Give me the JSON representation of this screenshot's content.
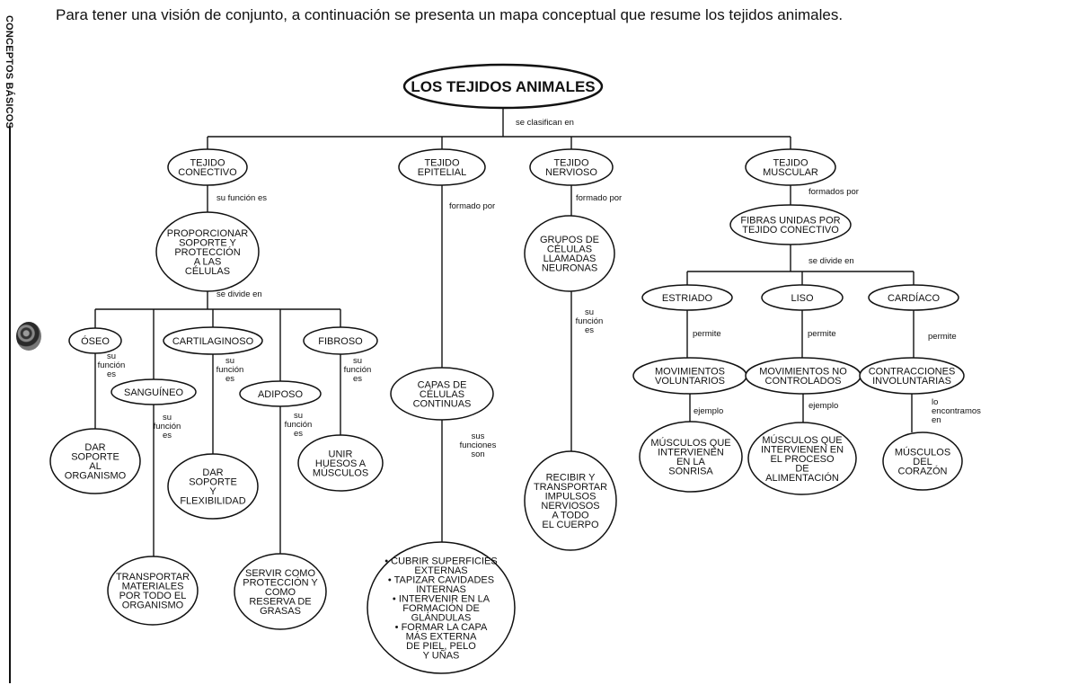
{
  "intro": "Para tener una visión de conjunto, a continuación se presenta un mapa conceptual que resume los tejidos animales.",
  "side_label": "CONCEPTOS BÁSICOS",
  "nodes": {
    "root": [
      "LOS TEJIDOS ANIMALES"
    ],
    "conectivo": [
      "TEJIDO",
      "CONECTIVO"
    ],
    "epitelial": [
      "TEJIDO",
      "EPITELIAL"
    ],
    "nervioso": [
      "TEJIDO",
      "NERVIOSO"
    ],
    "muscular": [
      "TEJIDO",
      "MUSCULAR"
    ],
    "proporcionar": [
      "PROPORCIONAR",
      "SOPORTE Y",
      "PROTECCIÓN",
      "A LAS",
      "CÉLULAS"
    ],
    "oseo": [
      "ÓSEO"
    ],
    "sanguineo": [
      "SANGUÍNEO"
    ],
    "cartilaginoso": [
      "CARTILAGINOSO"
    ],
    "adiposo": [
      "ADIPOSO"
    ],
    "fibroso": [
      "FIBROSO"
    ],
    "dar_soporte_organismo": [
      "DAR",
      "SOPORTE",
      "AL",
      "ORGANISMO"
    ],
    "transportar_materiales": [
      "TRANSPORTAR",
      "MATERIALES",
      "POR TODO EL",
      "ORGANISMO"
    ],
    "dar_soporte_flexibilidad": [
      "DAR",
      "SOPORTE",
      "Y",
      "FLEXIBILIDAD"
    ],
    "servir_proteccion": [
      "SERVIR COMO",
      "PROTECCIÓN Y",
      "COMO",
      "RESERVA DE",
      "GRASAS"
    ],
    "unir_huesos": [
      "UNIR",
      "HUESOS A",
      "MÚSCULOS"
    ],
    "capas_celulas": [
      "CAPAS DE",
      "CÉLULAS",
      "CONTINUAS"
    ],
    "funciones_epitelial": [
      "• CUBRIR SUPERFICIES",
      "EXTERNAS",
      "• TAPIZAR CAVIDADES",
      "INTERNAS",
      "• INTERVENIR EN LA",
      "FORMACIÓN DE",
      "GLÁNDULAS",
      "• FORMAR LA CAPA",
      "MÁS EXTERNA",
      "DE PIEL, PELO",
      "Y UÑAS"
    ],
    "grupos_celulas": [
      "GRUPOS DE",
      "CÉLULAS",
      "LLAMADAS",
      "NEURONAS"
    ],
    "recibir_impulsos": [
      "RECIBIR Y",
      "TRANSPORTAR",
      "IMPULSOS",
      "NERVIOSOS",
      "A TODO",
      "EL CUERPO"
    ],
    "fibras": [
      "FIBRAS UNIDAS POR",
      "TEJIDO CONECTIVO"
    ],
    "estriado": [
      "ESTRIADO"
    ],
    "liso": [
      "LISO"
    ],
    "cardiaco": [
      "CARDÍACO"
    ],
    "mov_voluntarios": [
      "MOVIMIENTOS",
      "VOLUNTARIOS"
    ],
    "mov_no_controlados": [
      "MOVIMIENTOS NO",
      "CONTROLADOS"
    ],
    "contracciones": [
      "CONTRACCIONES",
      "INVOLUNTARIAS"
    ],
    "musculos_sonrisa": [
      "MÚSCULOS QUE",
      "INTERVIENEN",
      "EN LA",
      "SONRISA"
    ],
    "musculos_alimentacion": [
      "MÚSCULOS QUE",
      "INTERVIENEN EN",
      "EL PROCESO",
      "DE",
      "ALIMENTACIÓN"
    ],
    "musculos_corazon": [
      "MÚSCULOS",
      "DEL",
      "CORAZÓN"
    ]
  },
  "link_labels": {
    "se_clasifican_en": [
      "se clasifican en"
    ],
    "conectivo_funcion": [
      "su función es"
    ],
    "epitelial_formado": [
      "formado por"
    ],
    "nervioso_formado": [
      "formado por"
    ],
    "muscular_formados": [
      "formados por"
    ],
    "conectivo_divide": [
      "se divide en"
    ],
    "muscular_divide": [
      "se divide en"
    ],
    "oseo_funcion": [
      "su",
      "función",
      "es"
    ],
    "sanguineo_funcion": [
      "su",
      "función",
      "es"
    ],
    "cartilaginoso_funcion": [
      "su",
      "función",
      "es"
    ],
    "adiposo_funcion": [
      "su",
      "función",
      "es"
    ],
    "fibroso_funcion": [
      "su",
      "función",
      "es"
    ],
    "epitelial_funciones": [
      "sus",
      "funciones",
      "son"
    ],
    "neuronas_funcion": [
      "su",
      "función",
      "es"
    ],
    "estriado_permite": [
      "permite"
    ],
    "liso_permite": [
      "permite"
    ],
    "cardiaco_permite": [
      "permite"
    ],
    "voluntarios_ejemplo": [
      "ejemplo"
    ],
    "nocontrolados_ejemplo": [
      "ejemplo"
    ],
    "involuntarias_encontramos": [
      "lo",
      "encontramos",
      "en"
    ]
  }
}
